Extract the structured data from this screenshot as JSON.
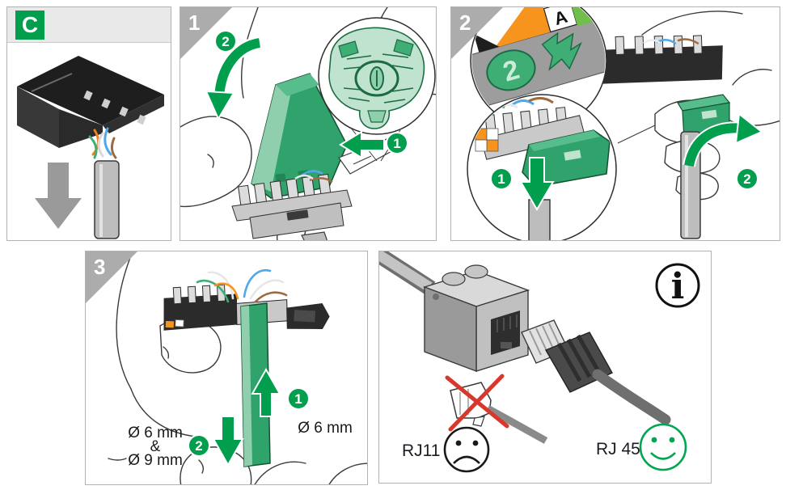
{
  "page": {
    "background": "#ffffff"
  },
  "colors": {
    "accent_green": "#009E4D",
    "connector_green": "#2FA36B",
    "connector_green_light": "#BFE3CF",
    "corner_tab_gray": "#ACACAC",
    "panel_border": "#B3B3B3",
    "header_band_gray": "#E9E9E9",
    "cable_gray": "#BDBDBD",
    "line_ink": "#3A3A3A",
    "warn_red": "#D8382C",
    "accent_orange": "#F7941D"
  },
  "panel_c": {
    "label": "C"
  },
  "panel_1": {
    "corner_label": "1",
    "badge_rotate": "2",
    "badge_press": "1"
  },
  "panel_2": {
    "corner_label": "2",
    "inset_marking_number": "2",
    "inset_marking_letter": "A",
    "badge_snap": "1",
    "badge_rotate": "2"
  },
  "panel_3": {
    "corner_label": "3",
    "badge_pull": "1",
    "badge_push": "2",
    "note_left_line1": "Ø 6 mm",
    "note_left_line2": "&",
    "note_left_line3": "Ø 9 mm",
    "note_right": "Ø 6 mm"
  },
  "panel_info": {
    "info_glyph": "i",
    "wrong_connector_label": "RJ11",
    "correct_connector_label": "RJ 45"
  }
}
